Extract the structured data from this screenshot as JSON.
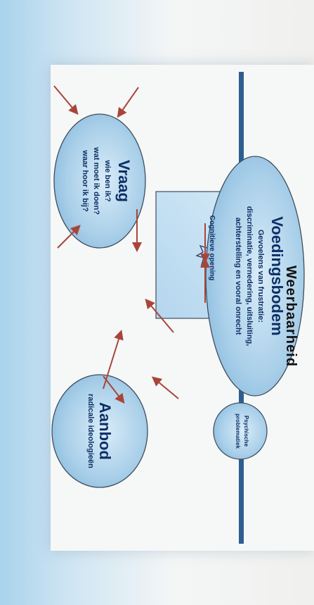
{
  "diagram": {
    "title": "Weerbaarheid",
    "center_label": "Cognitieve opening",
    "vraag": {
      "title": "Vraag",
      "lines": [
        "wie ben ik?",
        "wat moet ik doen?",
        "waar hoor ik bij?"
      ]
    },
    "voedingsbodem": {
      "title": "Voedingsbodem",
      "lines": [
        "Gevoelens van frustratie:",
        "discriminatie, vernedering, uitsluiting,",
        "achterstelling en vooral onrecht"
      ]
    },
    "aanbod": {
      "title": "Aanbod",
      "lines": [
        "radicale ideologieën"
      ]
    },
    "small_bubble": {
      "lines": [
        "Psychische",
        "problematiek"
      ]
    }
  },
  "colors": {
    "bubble_fill": "#a9cfe9",
    "bubble_stroke": "#3f4d5c",
    "arrow": "#a8453a",
    "bar": "#2c5f8f",
    "text": "#0d2f66"
  }
}
